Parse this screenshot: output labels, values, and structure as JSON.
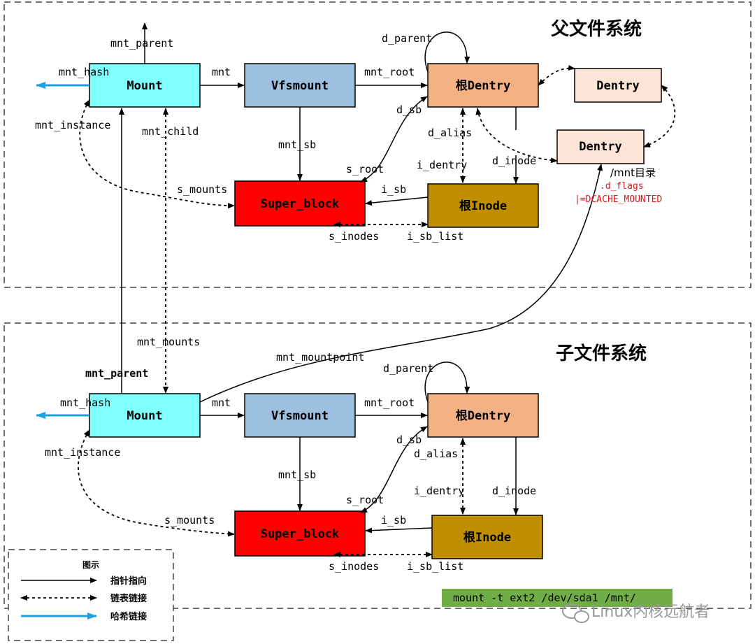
{
  "parent": {
    "title": "父文件系统",
    "boxes": {
      "mount": "Mount",
      "vfsmount": "Vfsmount",
      "root_dentry": "根Dentry",
      "dentry1": "Dentry",
      "dentry2": "Dentry",
      "super_block": "Super_block",
      "root_inode": "根Inode"
    },
    "labels": {
      "mnt_parent": "mnt_parent",
      "mnt_hash": "mnt_hash",
      "mnt": "mnt",
      "mnt_root": "mnt_root",
      "d_parent": "d_parent",
      "mnt_instance": "mnt_instance",
      "mnt_child": "mnt_child",
      "mnt_sb": "mnt_sb",
      "d_sb": "d_sb",
      "d_alias": "d_alias",
      "s_root": "s_root",
      "i_dentry": "i_dentry",
      "d_inode": "d_inode",
      "s_mounts": "s_mounts",
      "i_sb": "i_sb",
      "s_inodes": "s_inodes",
      "i_sb_list": "i_sb_list",
      "mnt_dir": "/mnt目录",
      "d_flags": ".d_flags",
      "dcache_mounted": "|=DCACHE_MOUNTED"
    }
  },
  "child": {
    "title": "子文件系统",
    "boxes": {
      "mount": "Mount",
      "vfsmount": "Vfsmount",
      "root_dentry": "根Dentry",
      "super_block": "Super_block",
      "root_inode": "根Inode"
    },
    "labels": {
      "mnt_mounts": "mnt_mounts",
      "mnt_mountpoint": "mnt_mountpoint",
      "mnt_parent": "mnt_parent",
      "mnt_hash": "mnt_hash",
      "mnt": "mnt",
      "mnt_root": "mnt_root",
      "d_parent": "d_parent",
      "mnt_instance": "mnt_instance",
      "d_sb": "d_sb",
      "d_alias": "d_alias",
      "mnt_sb": "mnt_sb",
      "i_dentry": "i_dentry",
      "d_inode": "d_inode",
      "s_root": "s_root",
      "s_mounts": "s_mounts",
      "i_sb": "i_sb",
      "s_inodes": "s_inodes",
      "i_sb_list": "i_sb_list"
    }
  },
  "legend": {
    "title": "图示",
    "pointer": "指针指向",
    "list_link": "链表链接",
    "hash_link": "哈希链接"
  },
  "command": "mount -t ext2 /dev/sda1 /mnt/",
  "watermark": "Linux内核远航者",
  "colors": {
    "mount": "#80ffff",
    "vfsmount": "#9dbfe0",
    "dentry_root": "#f4b183",
    "dentry": "#fce4d6",
    "super_block": "#ff0000",
    "inode": "#bf8f00",
    "hash_arrow": "#1ea0dc",
    "command_bg": "#70ad47"
  }
}
